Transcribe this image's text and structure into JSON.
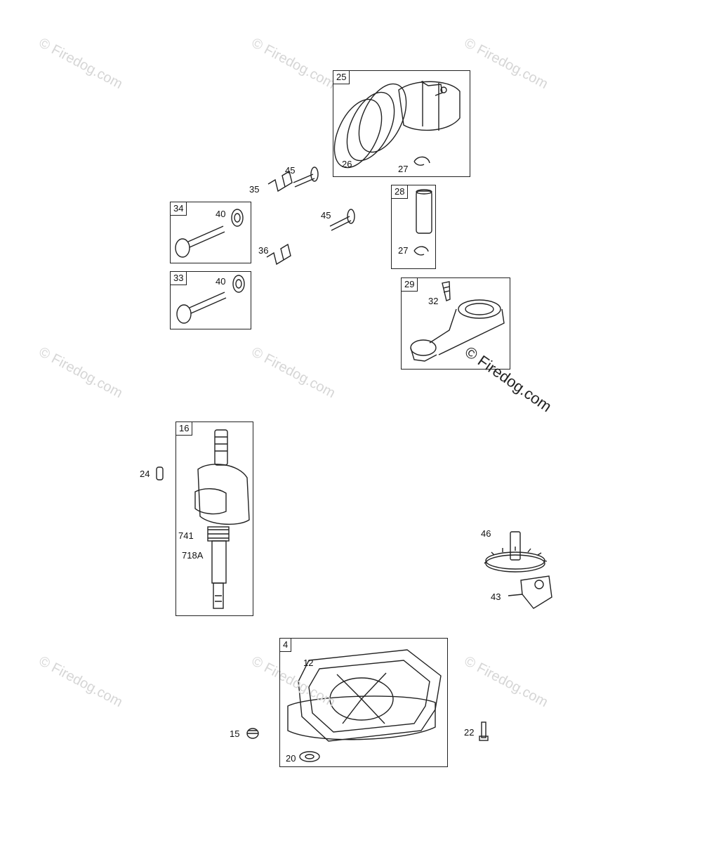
{
  "watermark": {
    "text": "© Firedog.com"
  },
  "boxes": {
    "piston": "25",
    "pin": "28",
    "rod": "29",
    "valve_34": "34",
    "valve_33": "33",
    "crankshaft": "16",
    "sump": "4"
  },
  "labels": {
    "rings": "26",
    "clip_a": "27",
    "clip_b": "27",
    "valve_top": "45",
    "valve_mid": "45",
    "spring_a": "35",
    "spring_b": "36",
    "retainer_a": "40",
    "retainer_b": "40",
    "rod_bolt": "32",
    "key": "24",
    "gear_741": "741",
    "gear_718a": "718A",
    "cam_gear": "46",
    "governor": "43",
    "gasket": "12",
    "plug": "15",
    "seal": "20",
    "bolt": "22"
  }
}
